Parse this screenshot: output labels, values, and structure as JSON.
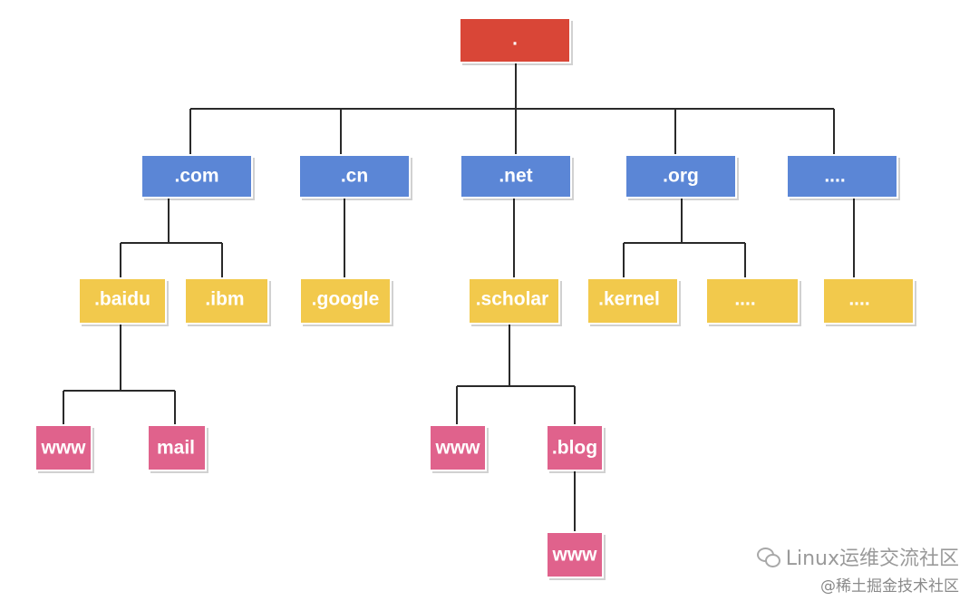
{
  "diagram": {
    "root": {
      "label": "."
    },
    "tlds": [
      {
        "label": ".com"
      },
      {
        "label": ".cn"
      },
      {
        "label": ".net"
      },
      {
        "label": ".org"
      },
      {
        "label": "...."
      }
    ],
    "second_level": [
      {
        "label": ".baidu"
      },
      {
        "label": ".ibm"
      },
      {
        "label": ".google"
      },
      {
        "label": ".scholar"
      },
      {
        "label": ".kernel"
      },
      {
        "label": "...."
      },
      {
        "label": "...."
      }
    ],
    "hosts": [
      {
        "label": "www"
      },
      {
        "label": "mail"
      },
      {
        "label": "www"
      },
      {
        "label": ".blog"
      },
      {
        "label": "www"
      }
    ],
    "colors": {
      "root": "#d94637",
      "tld": "#5b86d6",
      "second_level": "#f2c94c",
      "host": "#e0628c",
      "connector": "#2a2a2a"
    }
  },
  "watermark": {
    "line1": "Linux运维交流社区",
    "line2": "@稀土掘金技术社区",
    "icon": "wechat-icon"
  }
}
